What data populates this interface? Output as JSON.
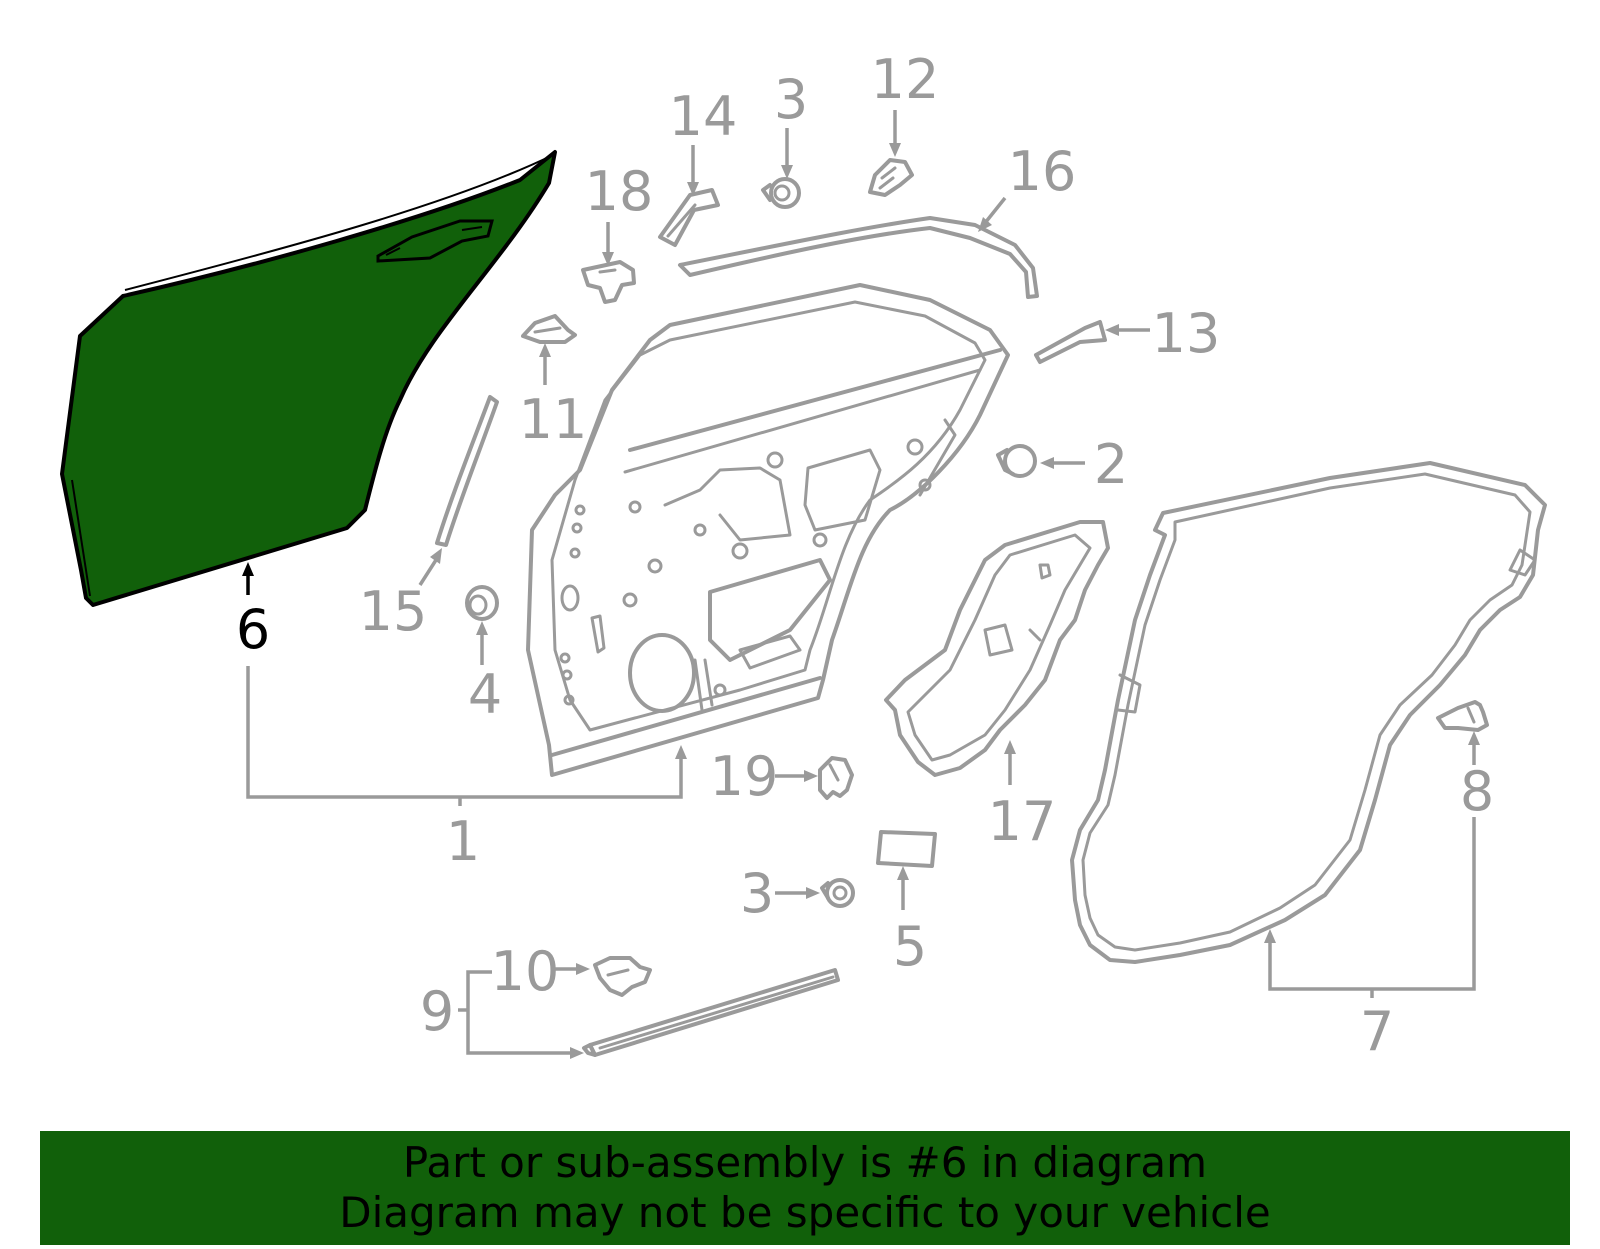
{
  "colors": {
    "highlight": "#11600a",
    "line": "#9a9a9a",
    "text_highlight": "#000000"
  },
  "highlighted_part": "6",
  "callouts": {
    "c1": "1",
    "c2": "2",
    "c3a": "3",
    "c3b": "3",
    "c4": "4",
    "c5": "5",
    "c6": "6",
    "c7": "7",
    "c8": "8",
    "c9": "9",
    "c10": "10",
    "c11": "11",
    "c12": "12",
    "c13": "13",
    "c14": "14",
    "c15": "15",
    "c16": "16",
    "c17": "17",
    "c18": "18",
    "c19": "19"
  },
  "banner": {
    "line1": "Part or sub-assembly is #6 in diagram",
    "line2": "Diagram may not be specific to your vehicle"
  }
}
